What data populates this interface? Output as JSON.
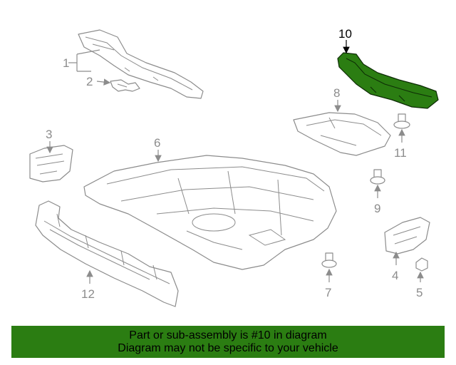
{
  "diagram": {
    "highlight_color": "#2b7d12",
    "selected_callout": "10",
    "callouts": {
      "c1": "1",
      "c2": "2",
      "c3": "3",
      "c4": "4",
      "c5": "5",
      "c6": "6",
      "c7": "7",
      "c8": "8",
      "c9": "9",
      "c10": "10",
      "c11": "11",
      "c12": "12"
    }
  },
  "banner": {
    "line1": "Part or sub-assembly is #10 in diagram",
    "line2": "Diagram may not be specific to your vehicle"
  }
}
